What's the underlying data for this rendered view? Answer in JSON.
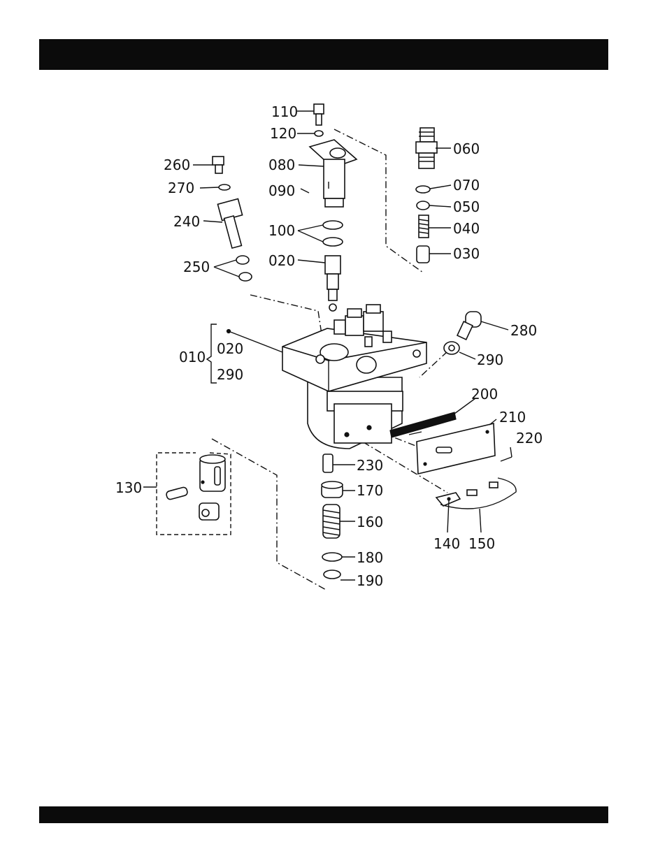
{
  "header": {
    "title": ""
  },
  "footer": {
    "text": ""
  },
  "diagram": {
    "callouts": {
      "p110": "110",
      "p120": "120",
      "p060": "060",
      "p260": "260",
      "p080": "080",
      "p070": "070",
      "p270": "270",
      "p090": "090",
      "p050": "050",
      "p240": "240",
      "p100": "100",
      "p040": "040",
      "p250": "250",
      "p020": "020",
      "p030": "030",
      "p280": "280",
      "p010": "010",
      "p010_020": "020",
      "p010_290": "290",
      "p290": "290",
      "p200": "200",
      "p210": "210",
      "p220": "220",
      "p230": "230",
      "p130": "130",
      "p170": "170",
      "p160": "160",
      "p180": "180",
      "p190": "190",
      "p140": "140",
      "p150": "150"
    }
  }
}
